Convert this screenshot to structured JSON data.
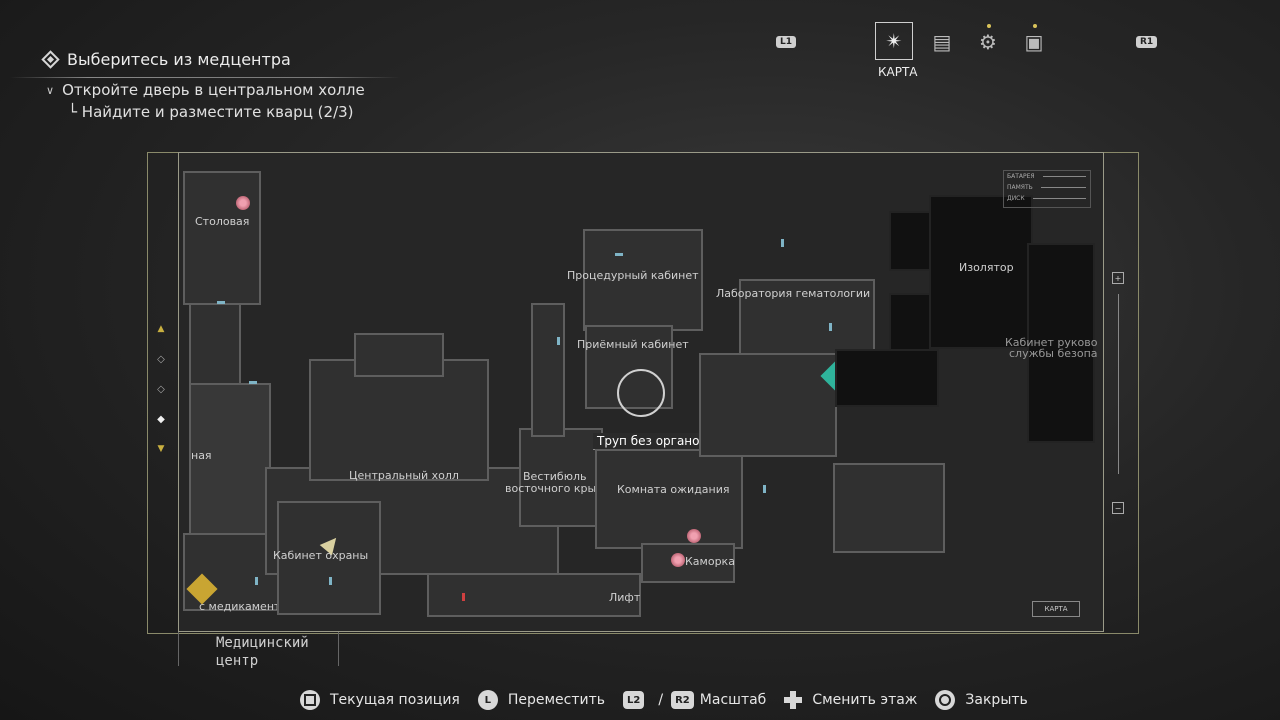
{
  "objective": {
    "main": "Выберитесь из медцентра",
    "sub": "Откройте дверь в центральном холле",
    "task": "└ Найдите и разместите кварц (2/3)"
  },
  "topnav": {
    "l1": "L1",
    "r1": "R1",
    "active_tab": "КАРТА",
    "tabs": [
      "compass-icon",
      "files-icon",
      "gears-icon",
      "inventory-icon"
    ]
  },
  "rooms": {
    "dining": "Столовая",
    "procedure": "Процедурный кабинет",
    "hematology": "Лаборатория гематологии",
    "isolator": "Изолятор",
    "security_head": "Кабинет руково",
    "security_head_2": "службы безопа",
    "reception": "Приёмный кабинет",
    "central_hall": "Центральный холл",
    "east_lobby_1": "Вестибюль",
    "east_lobby_2": "восточного крыла",
    "waiting": "Комната ожидания",
    "guard_office": "Кабинет охраны",
    "closet": "Каморка",
    "elevator": "Лифт",
    "meds": "с медикаментами",
    "left_partial": "ная"
  },
  "tooltip": "Труп без органов",
  "legend": [
    "БАТАРЕЯ",
    "ПАМЯТЬ",
    "ДИСК"
  ],
  "map_tag": "КАРТА",
  "region": [
    "Медицинский",
    "центр"
  ],
  "controls": {
    "current_position": "Текущая позиция",
    "move": "Переместить",
    "l2": "L2",
    "r2": "R2",
    "zoom": "Масштаб",
    "change_floor": "Сменить этаж",
    "close": "Закрыть"
  },
  "colors": {
    "save_marker": "#2fb39b",
    "save_marker_alt": "#c9a532",
    "item_marker": "#f0a0b0",
    "door": "#7fb4c6",
    "locked_door": "#d04040"
  }
}
